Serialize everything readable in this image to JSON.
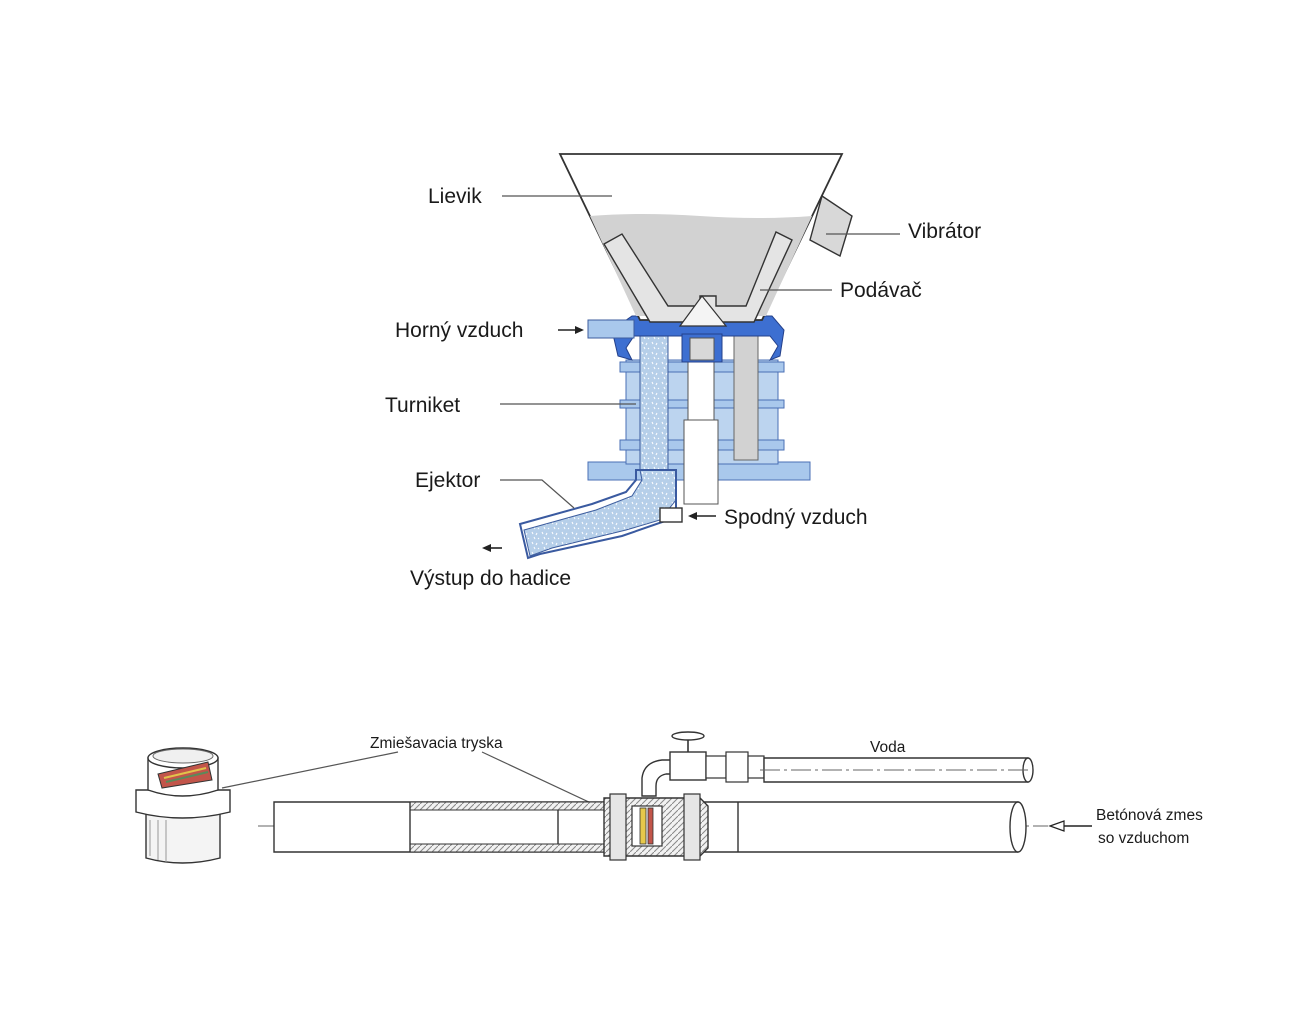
{
  "top_diagram": {
    "labels": {
      "lievik": "Lievik",
      "vibrator": "Vibrátor",
      "podavac": "Podávač",
      "horny_vzduch": "Horný vzduch",
      "turniket": "Turniket",
      "ejektor": "Ejektor",
      "spodny_vzduch": "Spodný vzduch",
      "vystup": "Výstup do hadice"
    }
  },
  "bottom_diagram": {
    "labels": {
      "zmiesavacia_tryska": "Zmiešavacia tryska",
      "voda": "Voda",
      "betonova_zmes_line1": "Betónová zmes",
      "betonova_zmes_line2": "so vzduchom"
    }
  },
  "colors": {
    "machine_blue": "#3d6fd1",
    "light_blue": "#a9c8ec",
    "material_gray": "#d2d2d2",
    "line": "#333333"
  }
}
